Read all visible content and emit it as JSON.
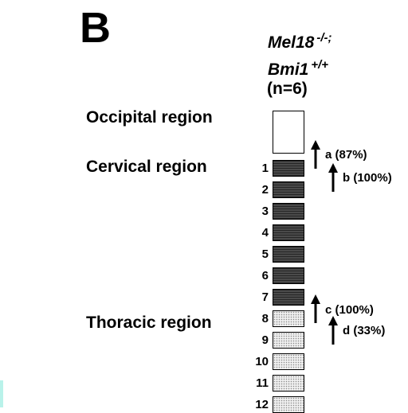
{
  "panel_label": "B",
  "genotype": {
    "line1": "Mel18",
    "line1_sup": "-/-;",
    "line2": "Bmi1",
    "line2_sup": "+/+",
    "count": "(n=6)"
  },
  "regions": [
    {
      "id": "occipital",
      "label": "Occipital region"
    },
    {
      "id": "cervical",
      "label": "Cervical region"
    },
    {
      "id": "thoracic",
      "label": "Thoracic region"
    }
  ],
  "vertebrae": [
    {
      "num": "1",
      "type": "cervical"
    },
    {
      "num": "2",
      "type": "cervical"
    },
    {
      "num": "3",
      "type": "cervical"
    },
    {
      "num": "4",
      "type": "cervical"
    },
    {
      "num": "5",
      "type": "cervical"
    },
    {
      "num": "6",
      "type": "cervical"
    },
    {
      "num": "7",
      "type": "cervical"
    },
    {
      "num": "8",
      "type": "thoracic"
    },
    {
      "num": "9",
      "type": "thoracic"
    },
    {
      "num": "10",
      "type": "thoracic"
    },
    {
      "num": "11",
      "type": "thoracic"
    },
    {
      "num": "12",
      "type": "thoracic"
    }
  ],
  "transformations": [
    {
      "id": "a",
      "label": "a (87%)"
    },
    {
      "id": "b",
      "label": "b (100%)"
    },
    {
      "id": "c",
      "label": "c (100%)"
    },
    {
      "id": "d",
      "label": "d (33%)"
    }
  ]
}
